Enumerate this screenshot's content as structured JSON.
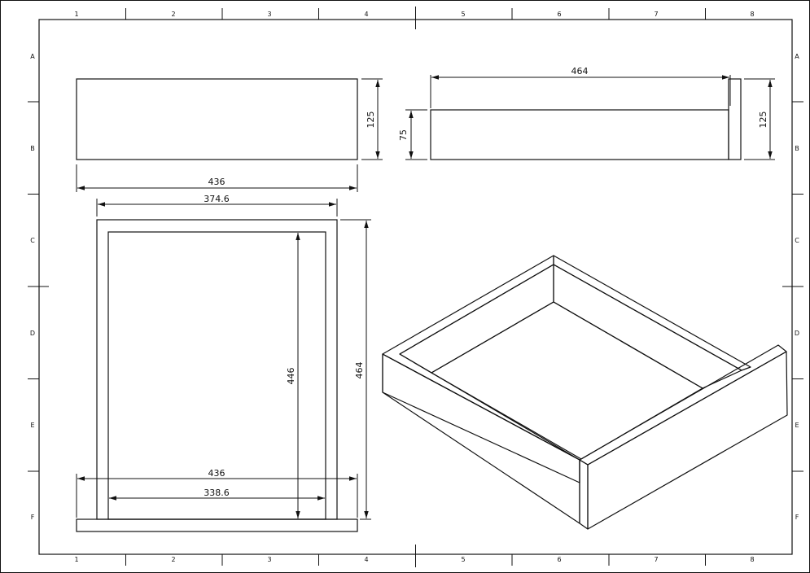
{
  "border": {
    "columns": [
      "1",
      "2",
      "3",
      "4",
      "5",
      "6",
      "7",
      "8"
    ],
    "rows": [
      "A",
      "B",
      "C",
      "D",
      "E",
      "F"
    ]
  },
  "views": {
    "front": {
      "width": "436",
      "height": "125"
    },
    "side": {
      "length": "464",
      "height": "125",
      "side_height": "75"
    },
    "top": {
      "inner_width": "374.6",
      "outer_width": "436",
      "bottom_width": "338.6",
      "inner_depth": "446",
      "outer_depth": "464"
    }
  }
}
